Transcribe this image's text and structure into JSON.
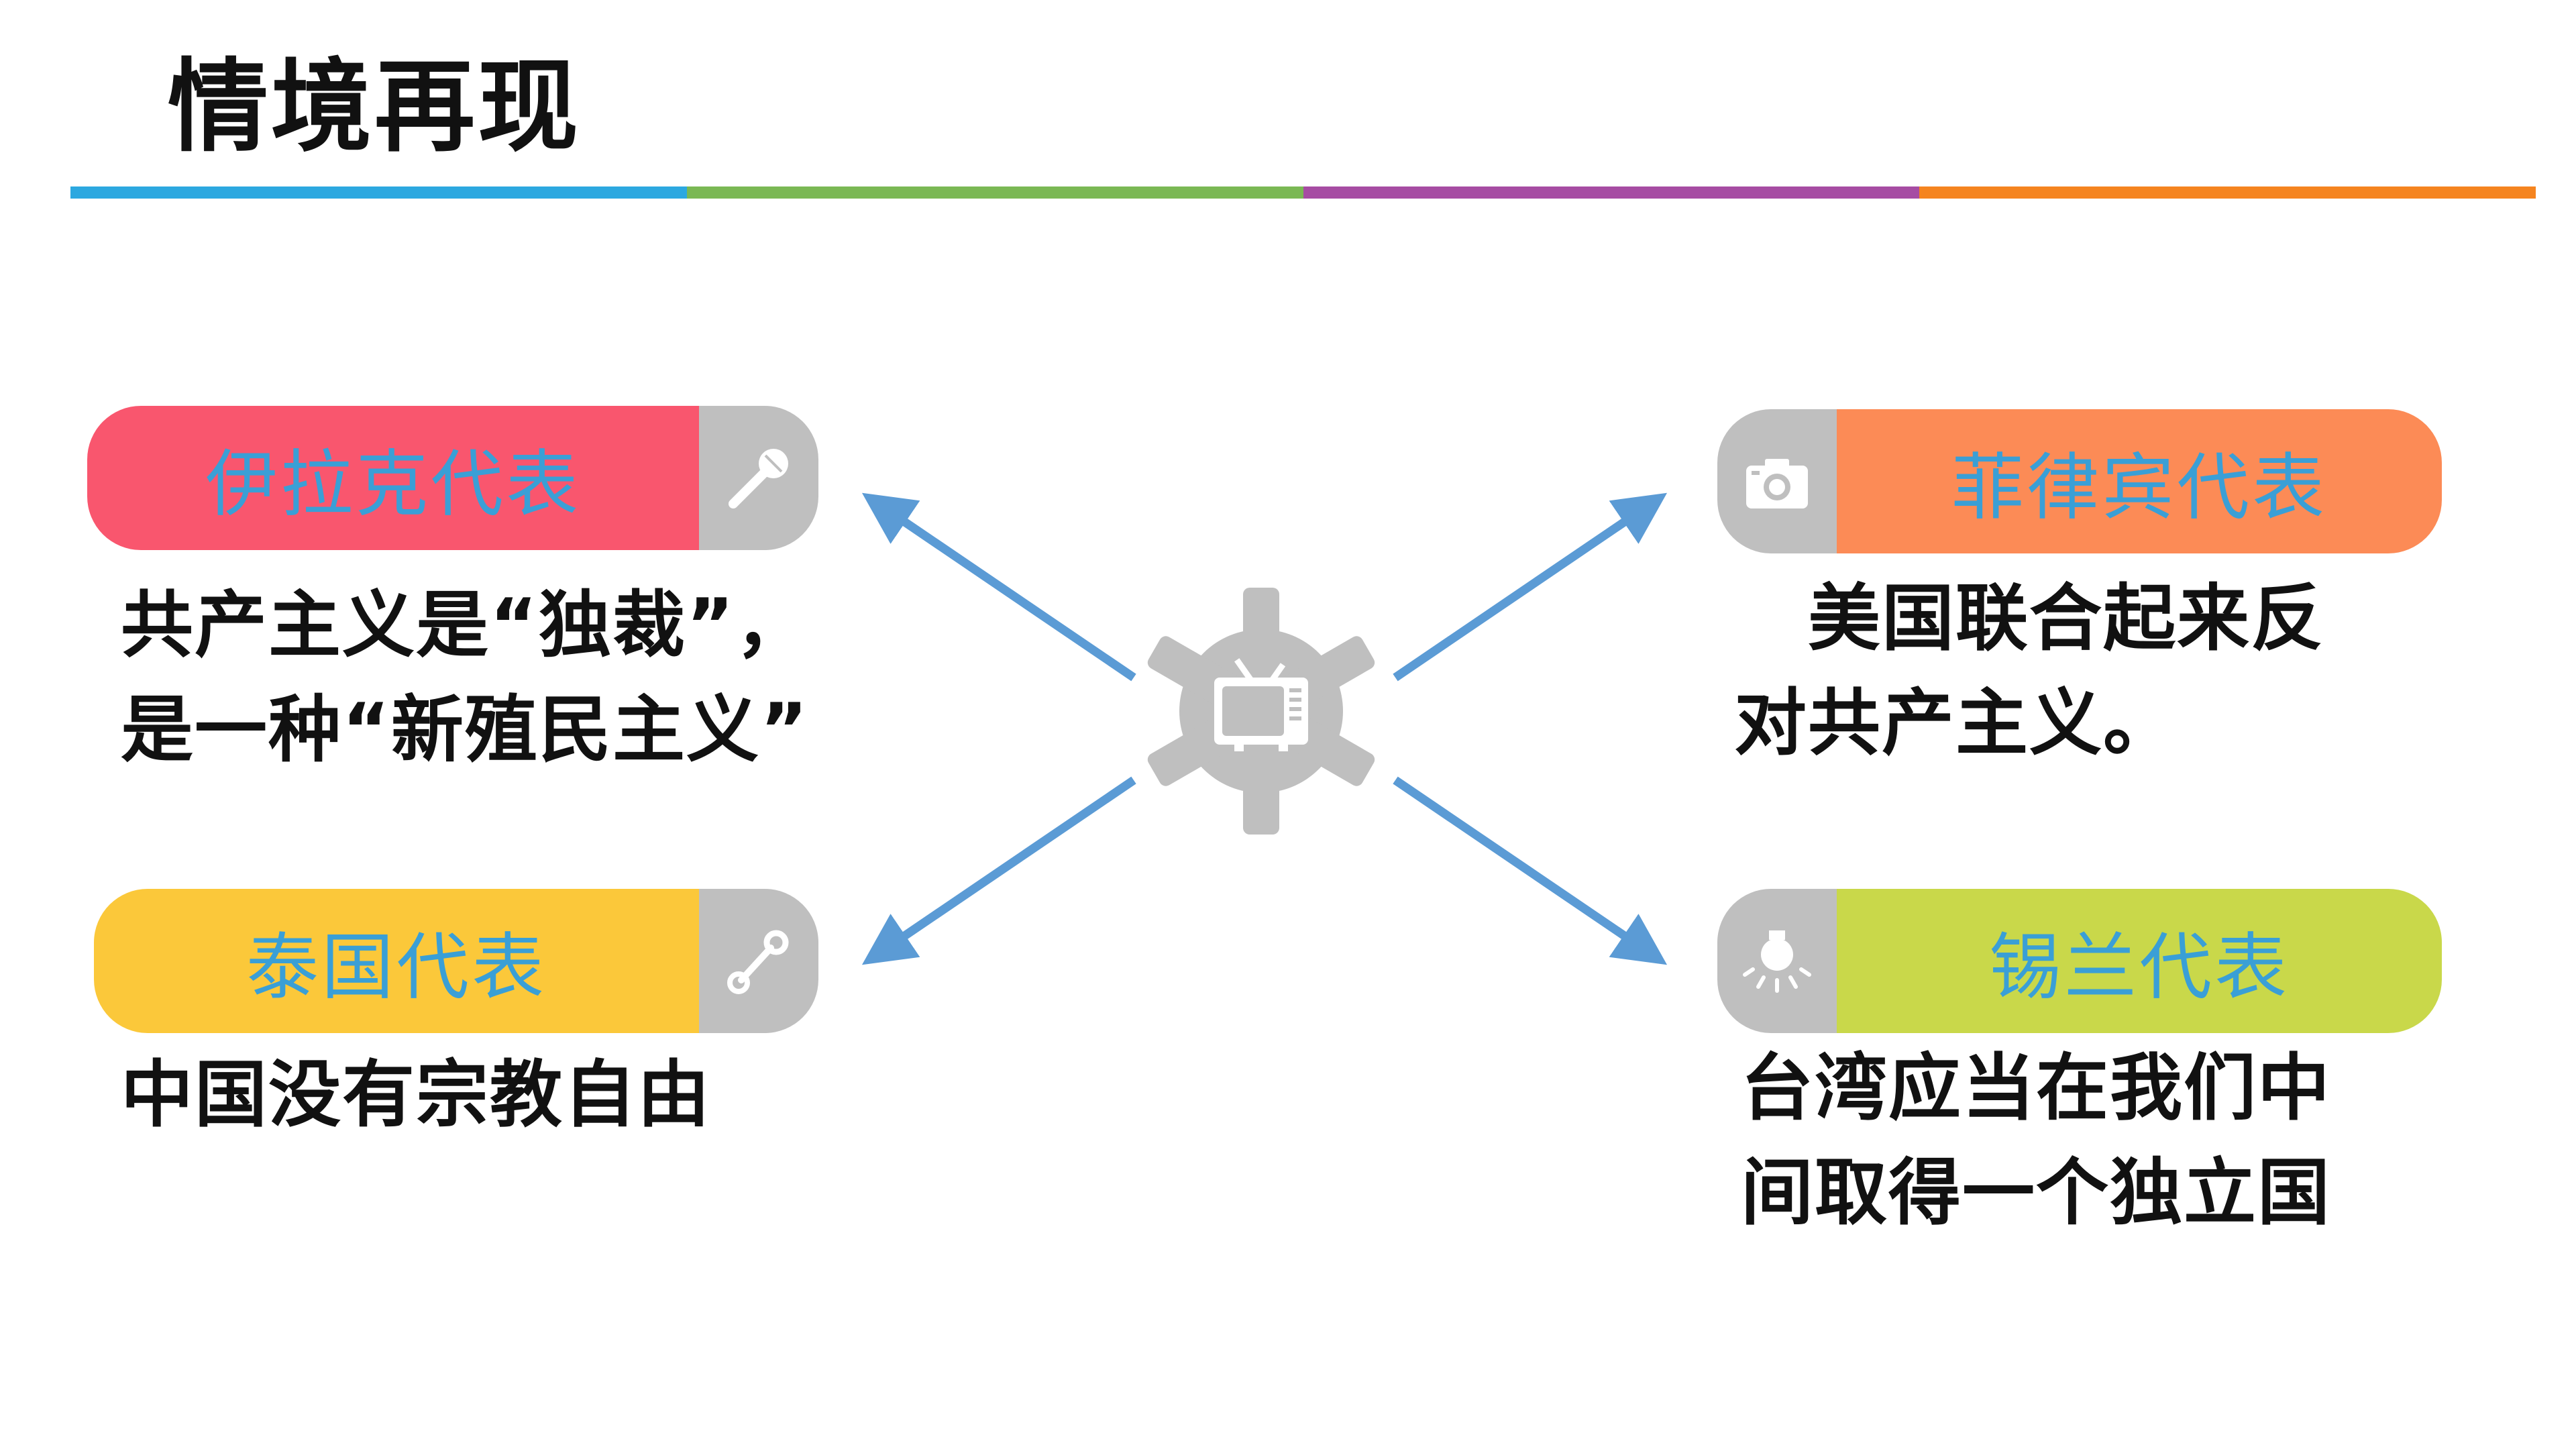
{
  "header": {
    "title": "情境再现",
    "divider_colors": [
      "#2ca8e0",
      "#7ab854",
      "#a64ca3",
      "#f5841f"
    ]
  },
  "cards": {
    "iraq": {
      "label": "伊拉克代表",
      "color": "#f9566e",
      "icon": "microphone-icon",
      "lines": [
        "共产主义是“独裁”，",
        "是一种“新殖民主义”"
      ]
    },
    "thailand": {
      "label": "泰国代表",
      "color": "#fbc83a",
      "icon": "wrench-icon",
      "lines": [
        "中国没有宗教自由"
      ]
    },
    "philippines": {
      "label": "菲律宾代表",
      "color": "#fc8b56",
      "icon": "camera-icon",
      "lines": [
        "美国联合起来反",
        "对共产主义。"
      ]
    },
    "ceylon": {
      "label": "锡兰代表",
      "color": "#c9d84a",
      "icon": "lightbulb-icon",
      "lines": [
        "台湾应当在我们中",
        "间取得一个独立国"
      ]
    }
  },
  "center": {
    "icon": "gear-tv-icon",
    "gear_color": "#bfbfbf",
    "arrow_color": "#5b9bd5"
  }
}
